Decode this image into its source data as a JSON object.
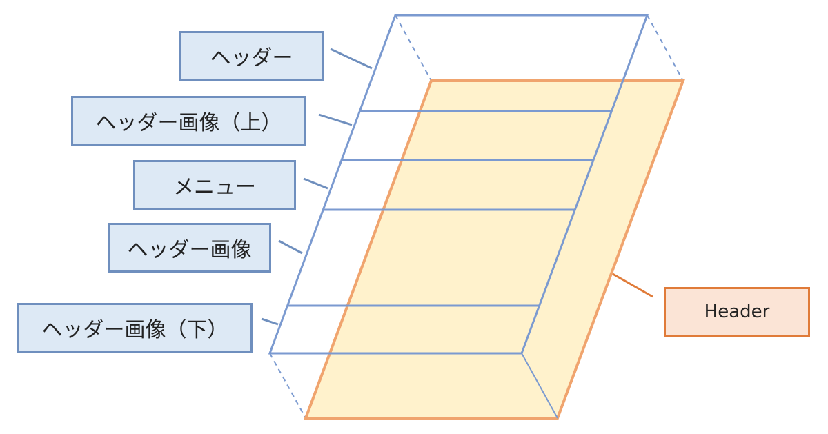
{
  "labels": {
    "header_jp": "ヘッダー",
    "header_image_top": "ヘッダー画像（上）",
    "menu": "メニュー",
    "header_image": "ヘッダー画像",
    "header_image_bottom": "ヘッダー画像（下）",
    "header_en": "Header"
  },
  "colors": {
    "layer_stroke": "#7b9ad0",
    "label_fill": "#dde9f5",
    "label_border": "#6f8fbe",
    "plane_fill": "#fff2cc",
    "plane_stroke": "#f0a46e",
    "header_fill": "#fbe4d6",
    "header_border": "#e07b39"
  }
}
